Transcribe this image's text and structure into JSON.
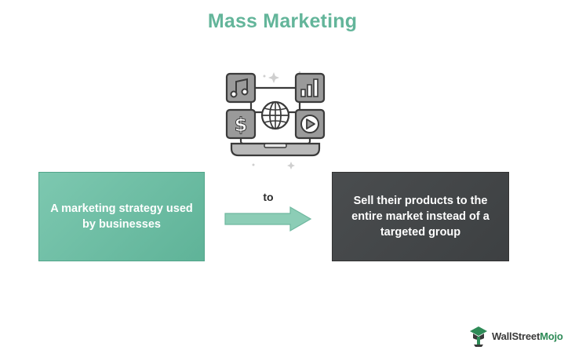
{
  "title": "Mass Marketing",
  "left_box": {
    "text": "A marketing strategy used by businesses"
  },
  "connector": {
    "label": "to"
  },
  "right_box": {
    "text": "Sell their products to the entire market instead of a targeted group"
  },
  "icons": {
    "music": "music-note-icon",
    "chart": "bar-chart-icon",
    "dollar": "dollar-icon",
    "globe": "globe-icon",
    "play": "play-icon"
  },
  "illustration_text": {
    "dollar_sign": "$"
  },
  "colors": {
    "title": "#63b59a",
    "left_box": "#6bbda2",
    "right_box": "#454749",
    "arrow": "#8ccdb6",
    "illustration_stroke": "#3a3a3a",
    "illustration_fill": "#9a9a9a"
  },
  "brand": {
    "name_part1": "WallStreet",
    "name_part2": "Mojo"
  }
}
